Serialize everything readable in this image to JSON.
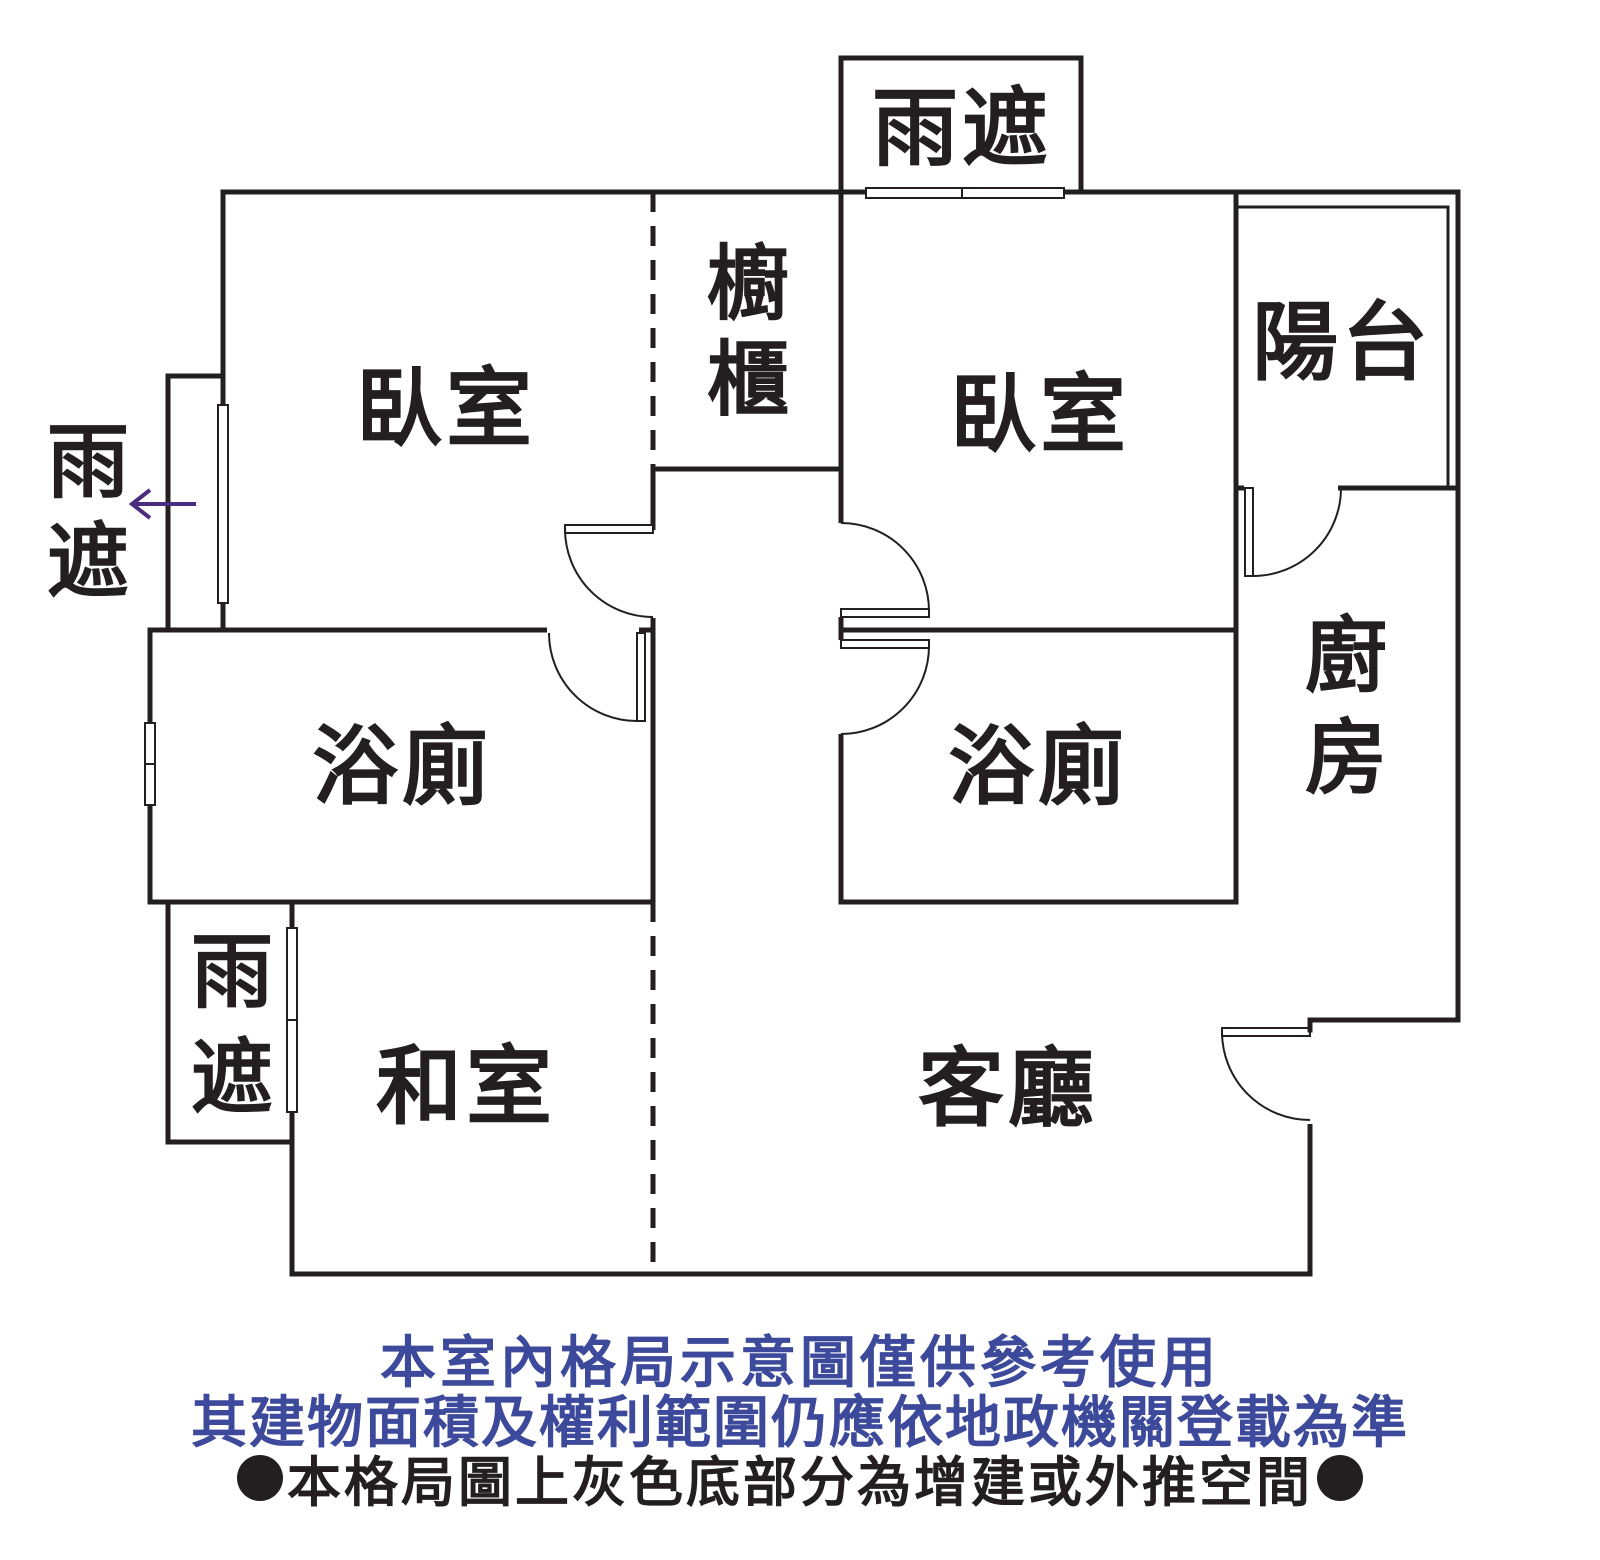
{
  "rooms": {
    "bedroom_left": "臥室",
    "wardrobe": "櫥櫃",
    "bedroom_right": "臥室",
    "balcony": "陽台",
    "bath_left": "浴廁",
    "bath_right": "浴廁",
    "kitchen": "廚房",
    "tatami": "和室",
    "living": "客廳",
    "canopy_top": "雨遮",
    "canopy_left": "雨遮",
    "canopy_lower_left": "雨遮"
  },
  "notes": {
    "line1": "本室內格局示意圖僅供參考使用",
    "line2": "其建物面積及權利範圍仍應依地政機關登載為準",
    "line3": "本格局圖上灰色底部分為增建或外推空間"
  },
  "colors": {
    "wall": "#231f20",
    "note_blue": "#3d4a9b",
    "arrow": "#4a2d7f"
  }
}
